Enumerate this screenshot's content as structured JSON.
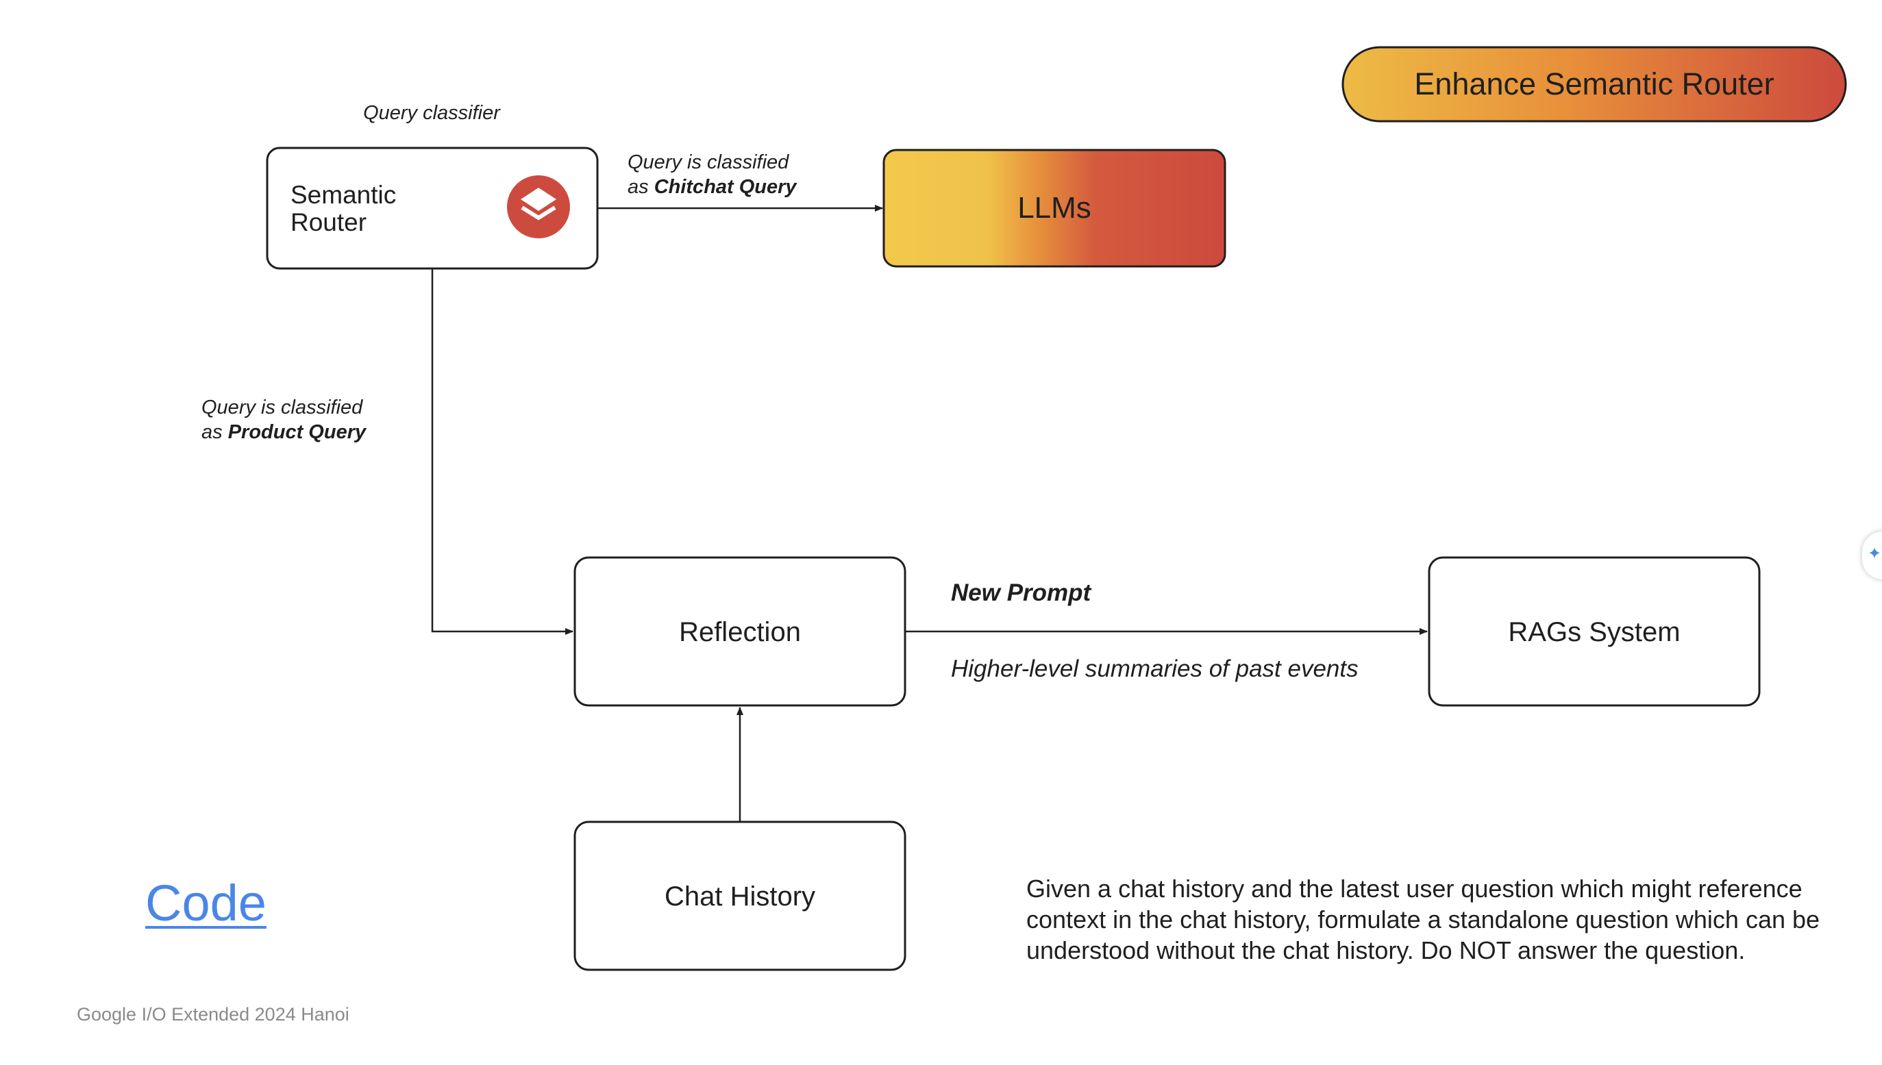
{
  "header": {
    "badge_label": "Enhance Semantic Router"
  },
  "nodes": {
    "semantic_router": {
      "caption": "Query classifier",
      "line1": "Semantic",
      "line2": "Router",
      "icon": "layers-icon"
    },
    "llms": {
      "label": "LLMs"
    },
    "reflection": {
      "label": "Reflection"
    },
    "rags": {
      "label": "RAGs System"
    },
    "chat_history": {
      "label": "Chat History"
    }
  },
  "edges": {
    "chitchat": {
      "line1": "Query is classified",
      "line2_prefix": "as ",
      "line2_bold": "Chitchat Query"
    },
    "product": {
      "line1": "Query is classified",
      "line2_prefix": "as ",
      "line2_bold": "Product Query"
    },
    "new_prompt": {
      "title": "New Prompt",
      "subtitle": "Higher-level summaries of past events"
    }
  },
  "description": {
    "lines": [
      "Given a chat history and the latest user question which might reference",
      "context in the chat history, formulate a standalone question which can be",
      "understood without the chat history. Do NOT answer the question."
    ]
  },
  "code_link": {
    "label": "Code"
  },
  "footer": {
    "text": "Google I/O Extended 2024 Hanoi"
  },
  "colors": {
    "gradient_start": "#f2c94c",
    "gradient_end": "#cc4a3d",
    "icon_red": "#cd4b3e",
    "link_blue": "#4a86e8",
    "stroke": "#1f1f1f"
  }
}
